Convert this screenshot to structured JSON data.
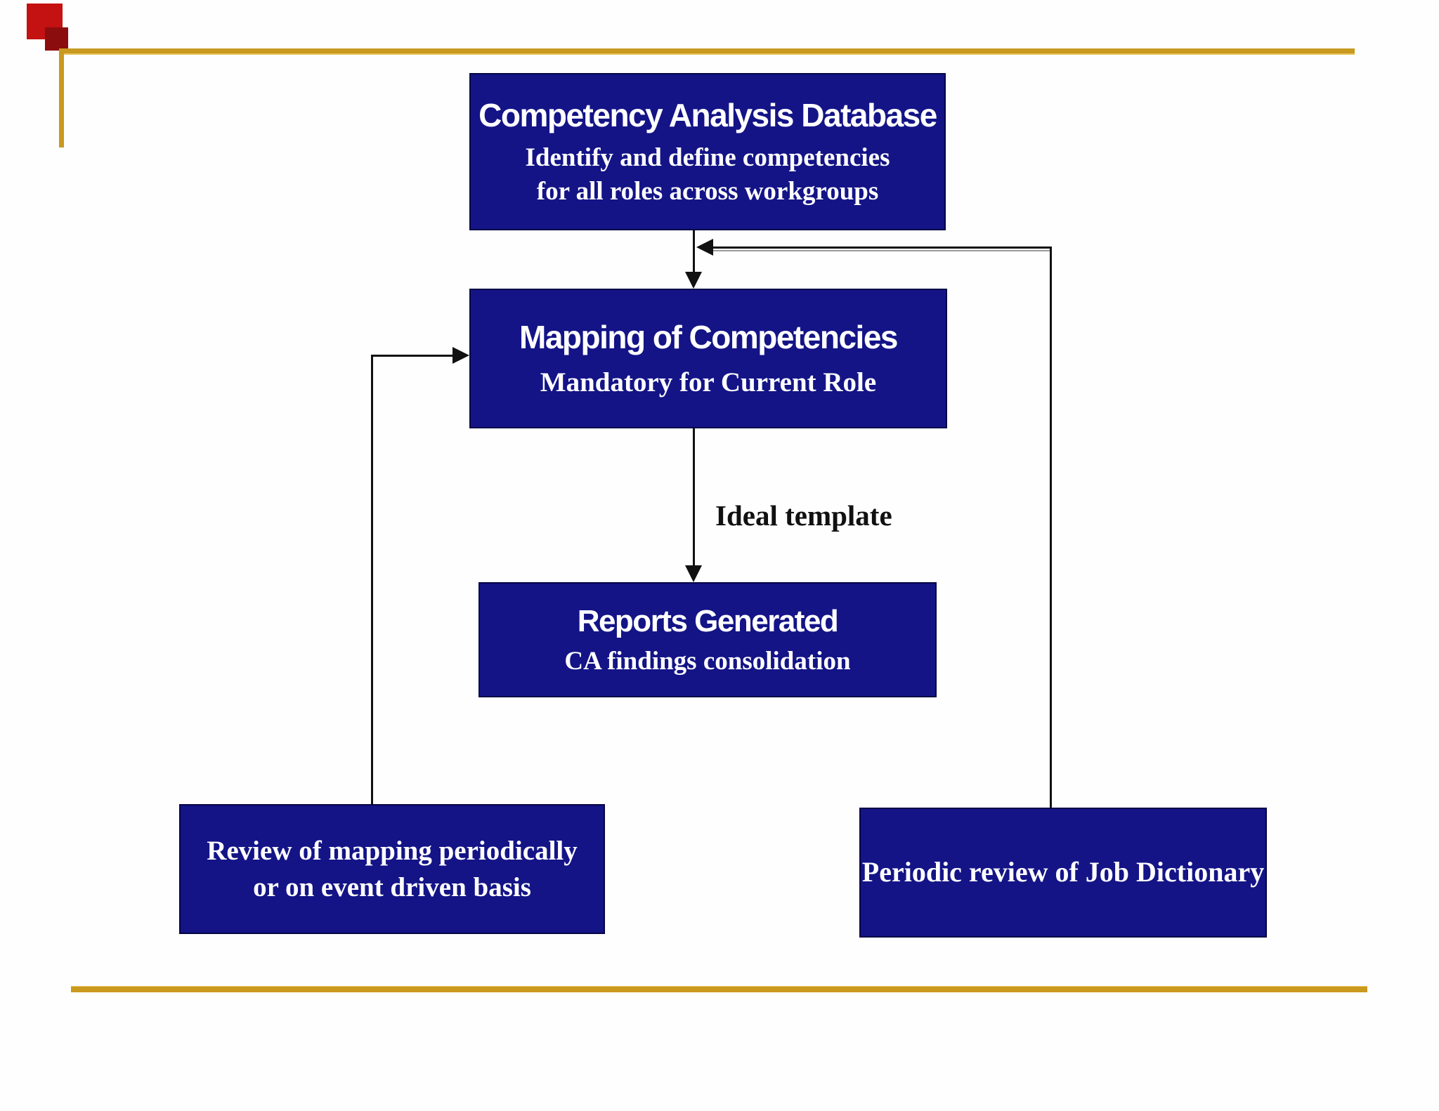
{
  "slide": {
    "background_color": "#FEFEFE",
    "accent_gold_color": "#C99920",
    "accent_gold_light_color": "#E8C55A",
    "red_square_large_color": "#C41111",
    "red_square_small_color": "#8C0D0D"
  },
  "flowchart": {
    "box_fill_color": "#141487",
    "box_border_color": "#050545",
    "box_text_color": "#FFFFFF",
    "connector_color": "#111111",
    "nodes": {
      "database": {
        "title": "Competency Analysis Database",
        "subtitle_line1": "Identify and define competencies",
        "subtitle_line2": "for all roles across workgroups"
      },
      "mapping": {
        "title": "Mapping of Competencies",
        "subtitle": "Mandatory for Current Role"
      },
      "reports": {
        "title": "Reports Generated",
        "subtitle": "CA findings consolidation"
      },
      "review": {
        "line1": "Review of mapping periodically",
        "line2": "or on event driven basis"
      },
      "job_dictionary": {
        "line1": "Periodic review of Job Dictionary"
      }
    },
    "edge_labels": {
      "ideal_template": "Ideal template"
    }
  }
}
